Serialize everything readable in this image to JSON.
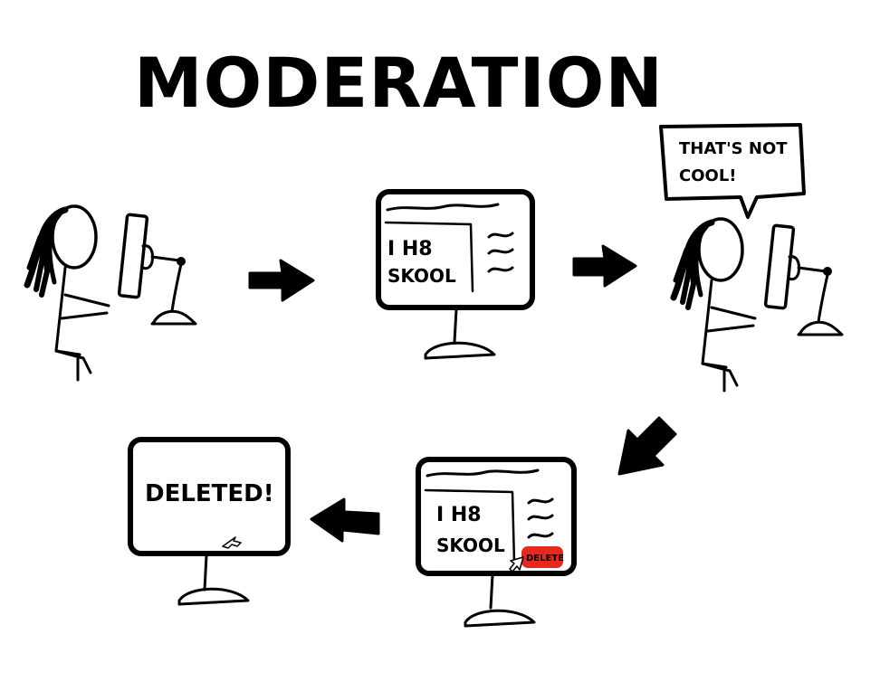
{
  "title": "MODERATION",
  "speech_bubble": {
    "line1": "THAT'S NOT",
    "line2": "COOL!"
  },
  "screen_post": {
    "line1": "I H8",
    "line2": "SKOOL"
  },
  "delete_button_label": "DELETE",
  "deleted_screen_text": "DELETED!",
  "colors": {
    "ink": "#000000",
    "background": "#ffffff",
    "delete_button": "#e8281e"
  },
  "icons": [
    "person-at-computer",
    "arrow-right",
    "monitor",
    "arrow-down-left",
    "arrow-left",
    "mouse-cursor"
  ]
}
